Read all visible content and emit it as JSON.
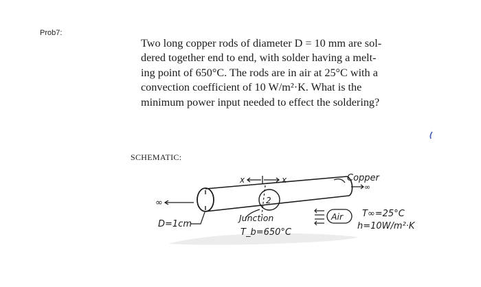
{
  "header": {
    "label": "Prob7:"
  },
  "problem": {
    "lines": [
      "Two long copper rods of diameter D = 10 mm are sol-",
      "dered together end to end, with solder having a melt-",
      "ing point of 650°C. The rods are in air at 25°C with a",
      "convection coefficient of 10 W/m²·K. What is the",
      "minimum power input needed to effect the soldering?"
    ]
  },
  "schematic": {
    "title": "SCHEMATIC:",
    "x_axis_label": "x",
    "x_axis_label_right": "x",
    "infinity_left": "∞",
    "infinity_right": "∞",
    "copper_label": "Copper",
    "diameter_label": "D=1cm",
    "junction_label": "Junction",
    "junction_temp": "T_b=650°C",
    "air_label": "Air",
    "ambient_temp": "T∞=25°C",
    "convection_coeff": "h=10W/m²·K",
    "node_label": "2"
  }
}
